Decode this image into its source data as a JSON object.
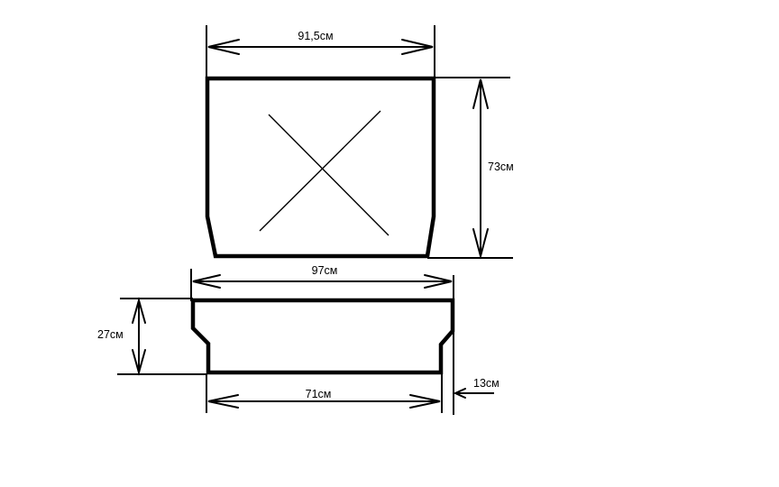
{
  "labels": {
    "top_width": "91,5см",
    "top_height": "73см",
    "bottom_width_top": "97см",
    "bottom_height": "27см",
    "bottom_width_base": "71см",
    "side_offset": "13см"
  },
  "colors": {
    "line": "#000000",
    "background": "#ffffff"
  }
}
